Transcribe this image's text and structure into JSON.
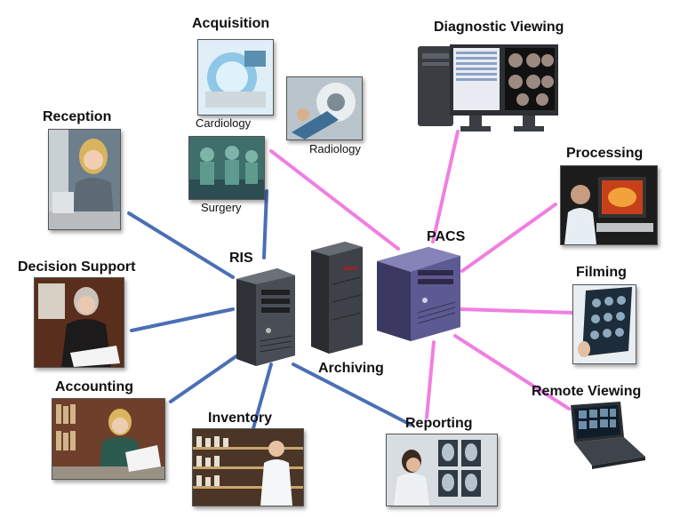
{
  "nodes": {
    "acquisition": "Acquisition",
    "cardiology": "Cardiology",
    "radiology": "Radiology",
    "surgery": "Surgery",
    "diagnostic_viewing": "Diagnostic Viewing",
    "reception": "Reception",
    "processing": "Processing",
    "decision_support": "Decision Support",
    "ris": "RIS",
    "pacs": "PACS",
    "filming": "Filming",
    "archiving": "Archiving",
    "accounting": "Accounting",
    "remote_viewing": "Remote Viewing",
    "inventory": "Inventory",
    "reporting": "Reporting"
  },
  "connections": {
    "ris_color": "#4a6fb5",
    "pacs_color": "#f07fe0",
    "ris_links": [
      "Reception",
      "Decision Support",
      "Accounting",
      "Inventory",
      "Surgery",
      "Reporting"
    ],
    "pacs_links": [
      "Radiology",
      "Diagnostic Viewing",
      "Processing",
      "Filming",
      "Remote Viewing",
      "Reporting"
    ]
  },
  "icons": [
    "server-tower-icon",
    "monitor-icon",
    "laptop-icon",
    "xray-film-icon"
  ]
}
